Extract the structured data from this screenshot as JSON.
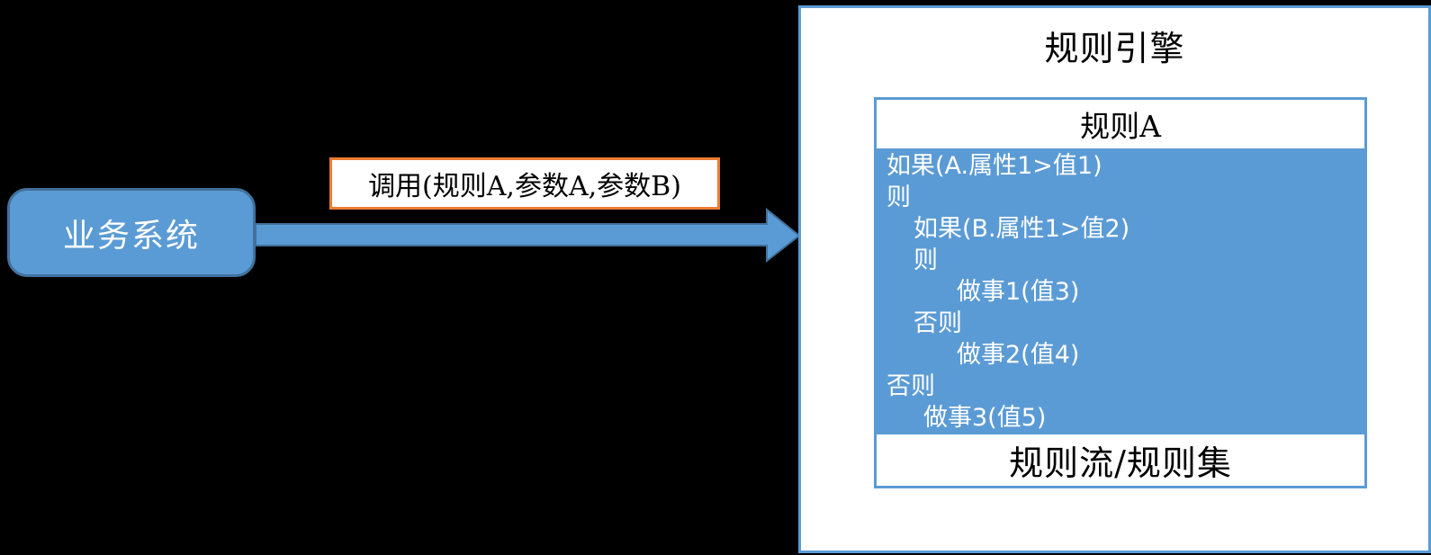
{
  "colors": {
    "background": "#000000",
    "accent_blue": "#5B9BD5",
    "dark_blue_border": "#41719C",
    "orange_border": "#ED7D31",
    "box_fill": "#FFFFFF",
    "body_text": "#FFFFFF",
    "title_text": "#000000"
  },
  "business_system": {
    "label": "业务系统"
  },
  "call_label": {
    "text": "调用(规则A,参数A,参数B)"
  },
  "arrow": {
    "direction": "right",
    "from": "business_system",
    "to": "rule_engine"
  },
  "rule_engine": {
    "title": "规则引擎",
    "rule_box": {
      "title": "规则A",
      "body_lines": [
        {
          "text": "如果(A.属性1>值1)",
          "indent": 0
        },
        {
          "text": "则",
          "indent": 0
        },
        {
          "text": "如果(B.属性1>值2)",
          "indent": 1
        },
        {
          "text": "则",
          "indent": 1
        },
        {
          "text": "做事1(值3)",
          "indent": 3
        },
        {
          "text": "否则",
          "indent": 1
        },
        {
          "text": "做事2(值4)",
          "indent": 3
        },
        {
          "text": "否则",
          "indent": 0
        },
        {
          "text": "做事3(值5)",
          "indent": 2
        }
      ],
      "footer": "规则流/规则集"
    }
  }
}
